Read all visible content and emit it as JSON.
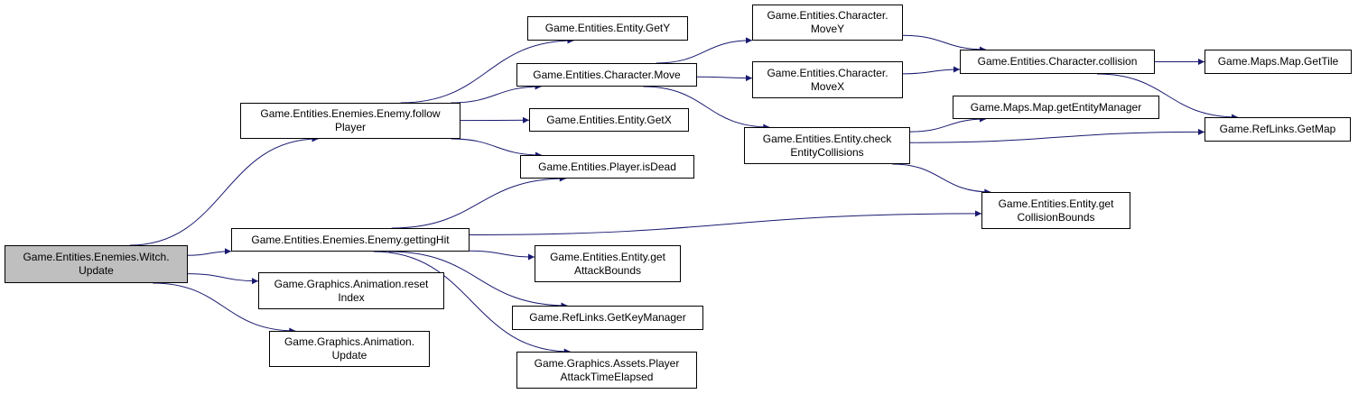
{
  "diagram": {
    "type": "call-graph",
    "colors": {
      "edge": "#191970",
      "node_border": "#000000",
      "node_fill": "#ffffff",
      "root_fill": "#bfbfbf"
    },
    "nodes": [
      {
        "id": "witch_update",
        "lines": [
          "Game.Entities.Enemies.Witch.",
          "Update"
        ],
        "root": true
      },
      {
        "id": "enemy_followplayer",
        "lines": [
          "Game.Entities.Enemies.Enemy.follow",
          "Player"
        ]
      },
      {
        "id": "enemy_gettinghit",
        "lines": [
          "Game.Entities.Enemies.Enemy.gettingHit"
        ]
      },
      {
        "id": "anim_resetindex",
        "lines": [
          "Game.Graphics.Animation.reset",
          "Index"
        ]
      },
      {
        "id": "anim_update",
        "lines": [
          "Game.Graphics.Animation.",
          "Update"
        ]
      },
      {
        "id": "entity_gety",
        "lines": [
          "Game.Entities.Entity.GetY"
        ]
      },
      {
        "id": "character_move",
        "lines": [
          "Game.Entities.Character.Move"
        ]
      },
      {
        "id": "entity_getx",
        "lines": [
          "Game.Entities.Entity.GetX"
        ]
      },
      {
        "id": "player_isdead",
        "lines": [
          "Game.Entities.Player.isDead"
        ]
      },
      {
        "id": "entity_getattackbounds",
        "lines": [
          "Game.Entities.Entity.get",
          "AttackBounds"
        ]
      },
      {
        "id": "reflinks_getkeymanager",
        "lines": [
          "Game.RefLinks.GetKeyManager"
        ]
      },
      {
        "id": "assets_playerattack",
        "lines": [
          "Game.Graphics.Assets.Player",
          "AttackTimeElapsed"
        ]
      },
      {
        "id": "character_movey",
        "lines": [
          "Game.Entities.Character.",
          "MoveY"
        ]
      },
      {
        "id": "character_movex",
        "lines": [
          "Game.Entities.Character.",
          "MoveX"
        ]
      },
      {
        "id": "entity_checkcollisions",
        "lines": [
          "Game.Entities.Entity.check",
          "EntityCollisions"
        ]
      },
      {
        "id": "character_collision",
        "lines": [
          "Game.Entities.Character.collision"
        ]
      },
      {
        "id": "map_getentitymanager",
        "lines": [
          "Game.Maps.Map.getEntityManager"
        ]
      },
      {
        "id": "entity_getcollisionbounds",
        "lines": [
          "Game.Entities.Entity.get",
          "CollisionBounds"
        ]
      },
      {
        "id": "map_gettile",
        "lines": [
          "Game.Maps.Map.GetTile"
        ]
      },
      {
        "id": "reflinks_getmap",
        "lines": [
          "Game.RefLinks.GetMap"
        ]
      }
    ],
    "edges": [
      [
        "witch_update",
        "enemy_followplayer"
      ],
      [
        "witch_update",
        "enemy_gettinghit"
      ],
      [
        "witch_update",
        "anim_resetindex"
      ],
      [
        "witch_update",
        "anim_update"
      ],
      [
        "enemy_followplayer",
        "entity_gety"
      ],
      [
        "enemy_followplayer",
        "character_move"
      ],
      [
        "enemy_followplayer",
        "entity_getx"
      ],
      [
        "enemy_followplayer",
        "player_isdead"
      ],
      [
        "enemy_gettinghit",
        "player_isdead"
      ],
      [
        "enemy_gettinghit",
        "entity_getcollisionbounds"
      ],
      [
        "enemy_gettinghit",
        "entity_getattackbounds"
      ],
      [
        "enemy_gettinghit",
        "reflinks_getkeymanager"
      ],
      [
        "enemy_gettinghit",
        "assets_playerattack"
      ],
      [
        "character_move",
        "character_movey"
      ],
      [
        "character_move",
        "character_movex"
      ],
      [
        "character_move",
        "entity_checkcollisions"
      ],
      [
        "character_movey",
        "character_collision"
      ],
      [
        "character_movex",
        "character_collision"
      ],
      [
        "character_collision",
        "map_gettile"
      ],
      [
        "character_collision",
        "reflinks_getmap"
      ],
      [
        "entity_checkcollisions",
        "map_getentitymanager"
      ],
      [
        "entity_checkcollisions",
        "reflinks_getmap"
      ],
      [
        "entity_checkcollisions",
        "entity_getcollisionbounds"
      ]
    ]
  }
}
